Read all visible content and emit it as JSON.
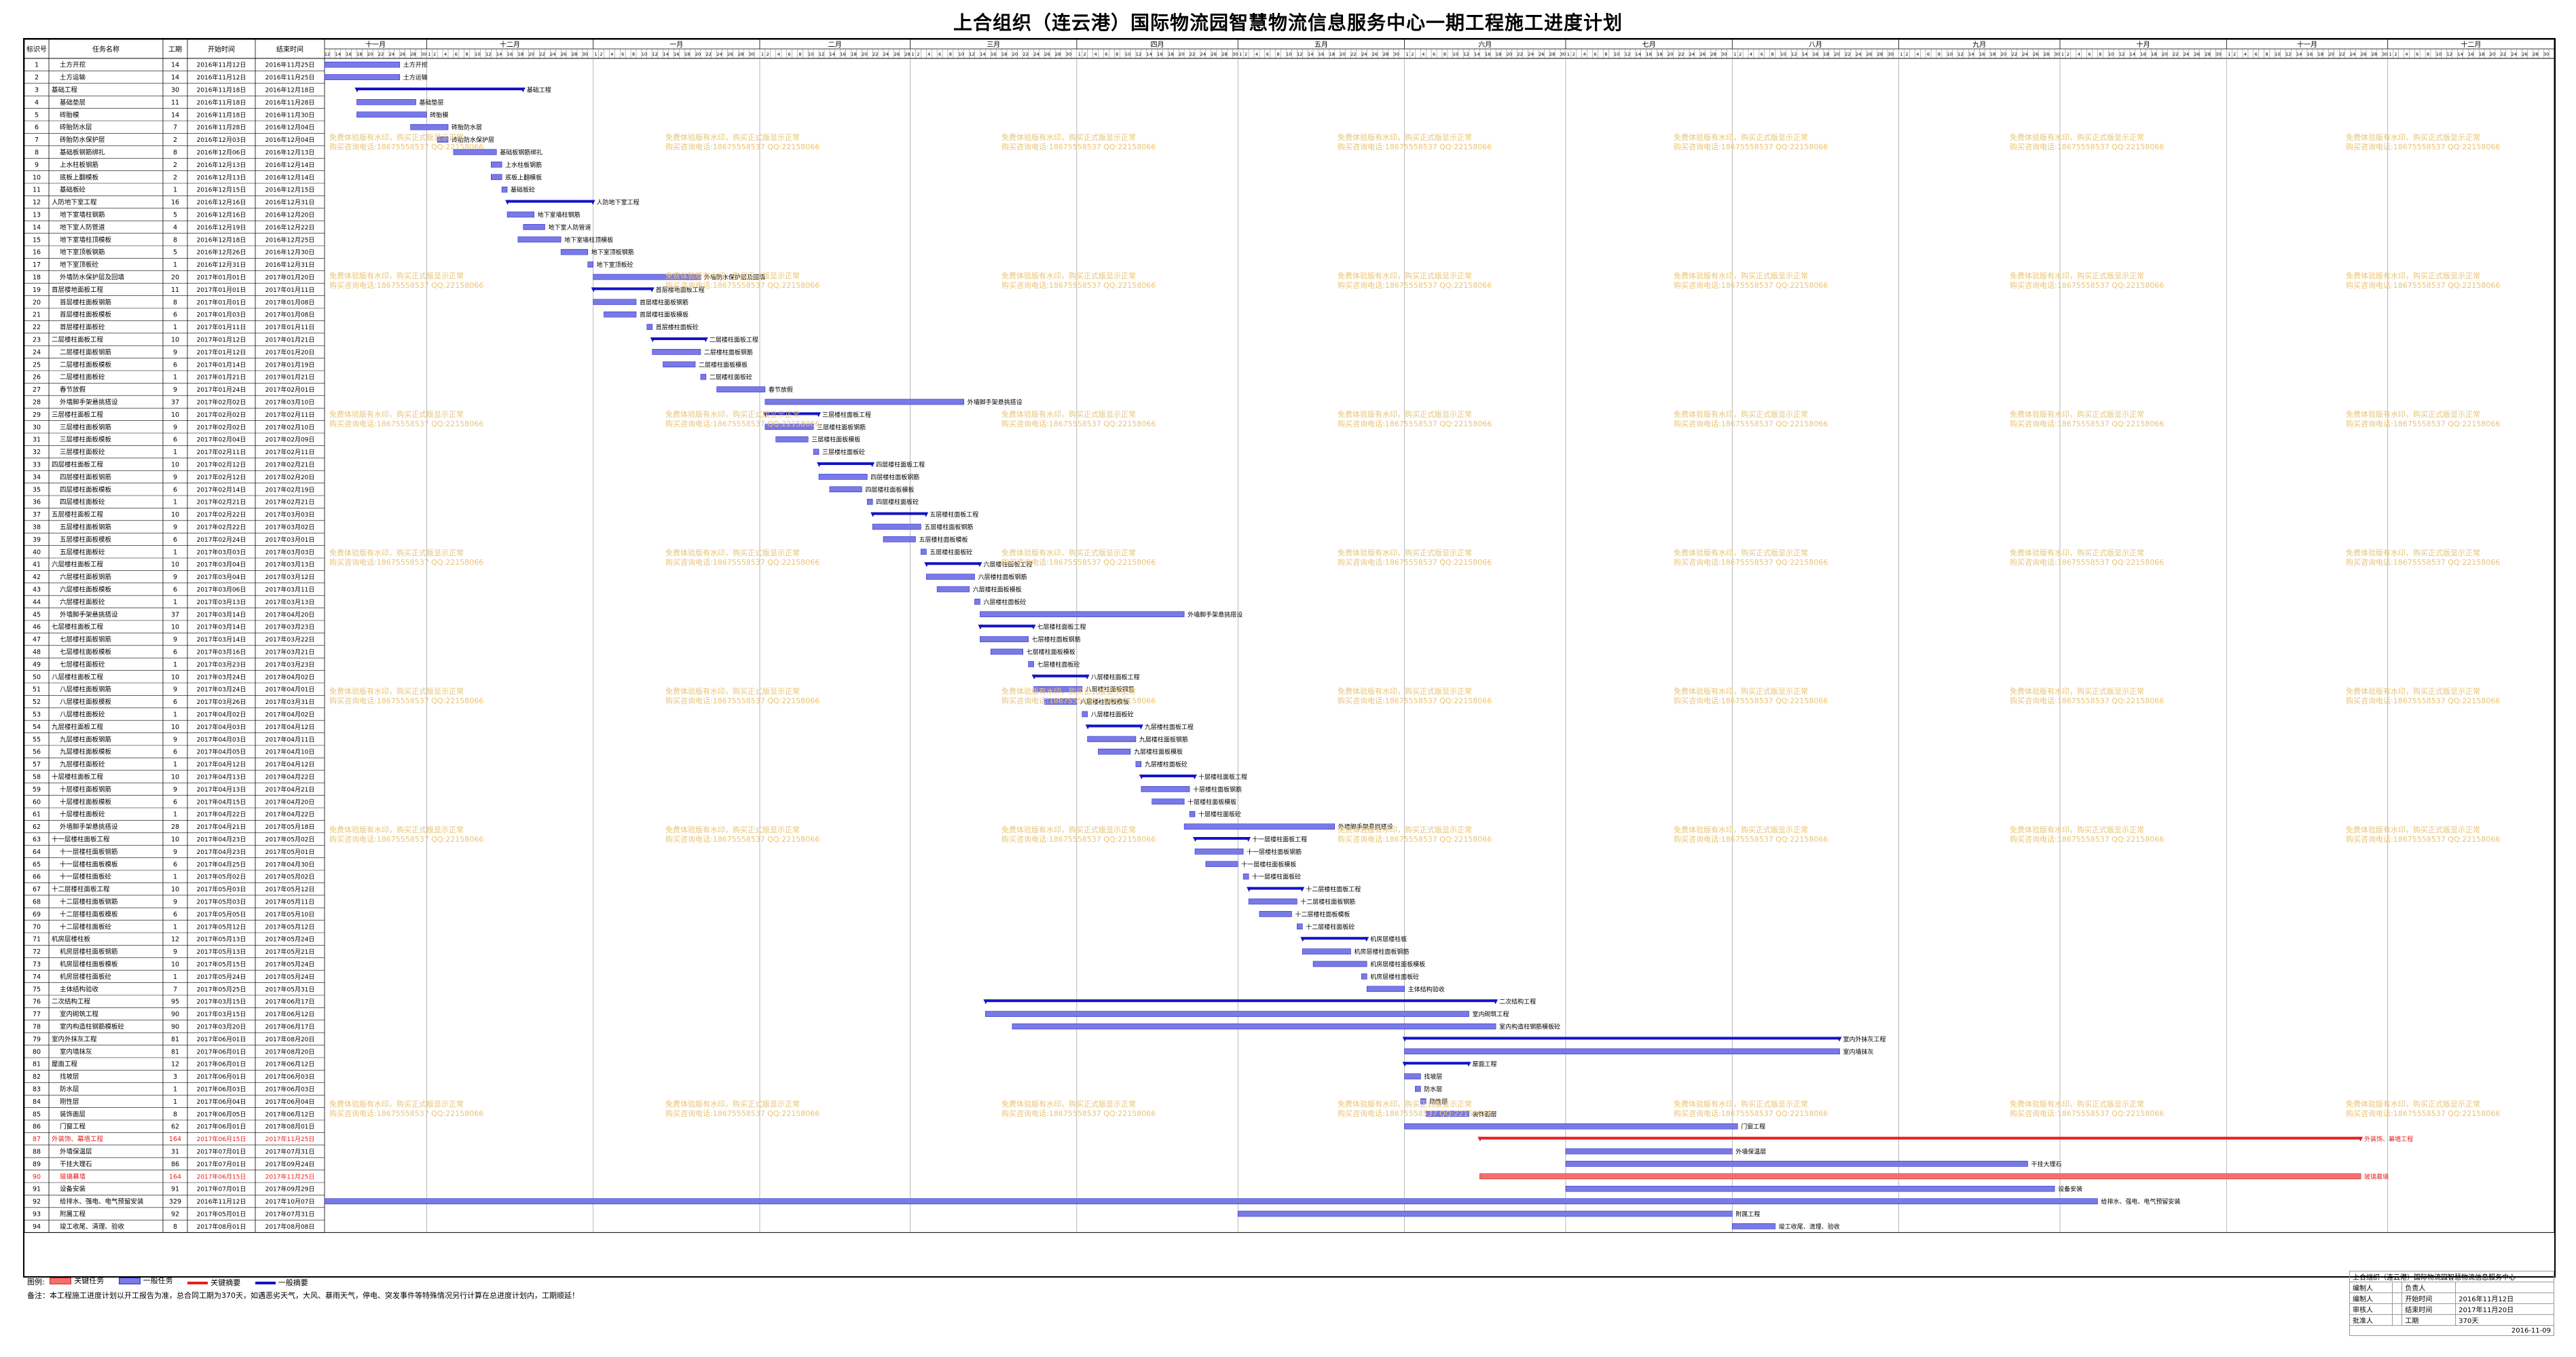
{
  "title": "上合组织（连云港）国际物流园智慧物流信息服务中心一期工程施工进度计划",
  "colors": {
    "bar_blue": "#7a7ae6",
    "bar_blue_stroke": "#2a2acc",
    "summary_blue": "#1414c8",
    "critical_red": "#e62020",
    "critical_fill": "#f07070",
    "grid": "#9a9a9a",
    "watermark": "#e8c477"
  },
  "table_headers": {
    "no": "标识号",
    "name": "任务名称",
    "dur": "工期",
    "start": "开始时间",
    "end": "结束时间"
  },
  "month_labels": [
    "十一月",
    "十二月",
    "一月",
    "二月",
    "三月",
    "四月",
    "五月",
    "六月",
    "七月",
    "八月",
    "九月",
    "十月",
    "十一月",
    "十二月"
  ],
  "legend": {
    "label": "图例:",
    "items": [
      "关键任务",
      "一般任务",
      "关键摘要",
      "一般摘要"
    ]
  },
  "remark": "备注：本工程施工进度计划以开工报告为准，总合同工期为370天，如遇恶劣天气，大风、暴雨天气，停电、突发事件等特殊情况另行计算在总进度计划内，工期顺延！",
  "info_block": {
    "title": "上合组织（连云港）国际物流园智慧物流信息服务中心",
    "rows": [
      [
        "编制人",
        "",
        "负责人",
        ""
      ],
      [
        "编制人",
        "",
        "开始时间",
        "2016年11月12日"
      ],
      [
        "审核人",
        "",
        "结束时间",
        "2017年11月20日"
      ],
      [
        "批准人",
        "",
        "工期",
        "370天"
      ]
    ],
    "date": "2016-11-09"
  },
  "watermark_lines": [
    "免费体验版有水印，购买正式版显示正常",
    "购买咨询电话:18675558537 QQ:22158066"
  ],
  "chart_data": {
    "type": "gantt",
    "title": "上合组织（连云港）国际物流园智慧物流信息服务中心一期工程施工进度计划",
    "timeline_start": "2016-11-12",
    "timeline_end": "2017-12-31",
    "tasks": [
      {
        "no": "1",
        "name": "土方开挖",
        "dur": 14,
        "start": "2016年11月12日",
        "end": "2016年11月25日",
        "type": "normal"
      },
      {
        "no": "2",
        "name": "土方运输",
        "dur": 14,
        "start": "2016年11月12日",
        "end": "2016年11月25日",
        "type": "normal"
      },
      {
        "no": "3",
        "name": "基础工程",
        "dur": 30,
        "start": "2016年11月18日",
        "end": "2016年12月18日",
        "type": "summary"
      },
      {
        "no": "4",
        "name": "基础垫层",
        "dur": 11,
        "start": "2016年11月18日",
        "end": "2016年11月28日",
        "type": "normal"
      },
      {
        "no": "5",
        "name": "砖胎模",
        "dur": 14,
        "start": "2016年11月18日",
        "end": "2016年11月30日",
        "type": "normal"
      },
      {
        "no": "6",
        "name": "砖胎防水层",
        "dur": 7,
        "start": "2016年11月28日",
        "end": "2016年12月04日",
        "type": "normal"
      },
      {
        "no": "7",
        "name": "砖胎防水保护层",
        "dur": 2,
        "start": "2016年12月03日",
        "end": "2016年12月04日",
        "type": "normal"
      },
      {
        "no": "8",
        "name": "基础板钢筋绑扎",
        "dur": 8,
        "start": "2016年12月06日",
        "end": "2016年12月13日",
        "type": "normal"
      },
      {
        "no": "9",
        "name": "上水柱板钢筋",
        "dur": 2,
        "start": "2016年12月13日",
        "end": "2016年12月14日",
        "type": "normal"
      },
      {
        "no": "10",
        "name": "底板上翻模板",
        "dur": 2,
        "start": "2016年12月13日",
        "end": "2016年12月14日",
        "type": "normal"
      },
      {
        "no": "11",
        "name": "基础板砼",
        "dur": 1,
        "start": "2016年12月15日",
        "end": "2016年12月15日",
        "type": "normal"
      },
      {
        "no": "12",
        "name": "人防地下室工程",
        "dur": 16,
        "start": "2016年12月16日",
        "end": "2016年12月31日",
        "type": "summary"
      },
      {
        "no": "13",
        "name": "地下室墙柱钢筋",
        "dur": 5,
        "start": "2016年12月16日",
        "end": "2016年12月20日",
        "type": "normal"
      },
      {
        "no": "14",
        "name": "地下室人防管道",
        "dur": 4,
        "start": "2016年12月19日",
        "end": "2016年12月22日",
        "type": "normal"
      },
      {
        "no": "15",
        "name": "地下室墙柱顶模板",
        "dur": 8,
        "start": "2016年12月18日",
        "end": "2016年12月25日",
        "type": "normal"
      },
      {
        "no": "16",
        "name": "地下室顶板钢筋",
        "dur": 5,
        "start": "2016年12月26日",
        "end": "2016年12月30日",
        "type": "normal"
      },
      {
        "no": "17",
        "name": "地下室顶板砼",
        "dur": 1,
        "start": "2016年12月31日",
        "end": "2016年12月31日",
        "type": "normal"
      },
      {
        "no": "18",
        "name": "外墙防水保护层及回填",
        "dur": 20,
        "start": "2017年01月01日",
        "end": "2017年01月20日",
        "type": "normal"
      },
      {
        "no": "19",
        "name": "首层楼地面板工程",
        "dur": 11,
        "start": "2017年01月01日",
        "end": "2017年01月11日",
        "type": "summary"
      },
      {
        "no": "20",
        "name": "首层楼柱面板钢筋",
        "dur": 8,
        "start": "2017年01月01日",
        "end": "2017年01月08日",
        "type": "normal"
      },
      {
        "no": "21",
        "name": "首层楼柱面板模板",
        "dur": 6,
        "start": "2017年01月03日",
        "end": "2017年01月08日",
        "type": "normal"
      },
      {
        "no": "22",
        "name": "首层楼柱面板砼",
        "dur": 1,
        "start": "2017年01月11日",
        "end": "2017年01月11日",
        "type": "normal"
      },
      {
        "no": "23",
        "name": "二层楼柱面板工程",
        "dur": 10,
        "start": "2017年01月12日",
        "end": "2017年01月21日",
        "type": "summary"
      },
      {
        "no": "24",
        "name": "二层楼柱面板钢筋",
        "dur": 9,
        "start": "2017年01月12日",
        "end": "2017年01月20日",
        "type": "normal"
      },
      {
        "no": "25",
        "name": "二层楼柱面板模板",
        "dur": 6,
        "start": "2017年01月14日",
        "end": "2017年01月19日",
        "type": "normal"
      },
      {
        "no": "26",
        "name": "二层楼柱面板砼",
        "dur": 1,
        "start": "2017年01月21日",
        "end": "2017年01月21日",
        "type": "normal"
      },
      {
        "no": "27",
        "name": "春节放假",
        "dur": 9,
        "start": "2017年01月24日",
        "end": "2017年02月01日",
        "type": "normal"
      },
      {
        "no": "28",
        "name": "外墙脚手架悬挑搭设",
        "dur": 37,
        "start": "2017年02月02日",
        "end": "2017年03月10日",
        "type": "normal"
      },
      {
        "no": "29",
        "name": "三层楼柱面板工程",
        "dur": 10,
        "start": "2017年02月02日",
        "end": "2017年02月11日",
        "type": "summary"
      },
      {
        "no": "30",
        "name": "三层楼柱面板钢筋",
        "dur": 9,
        "start": "2017年02月02日",
        "end": "2017年02月10日",
        "type": "normal"
      },
      {
        "no": "31",
        "name": "三层楼柱面板模板",
        "dur": 6,
        "start": "2017年02月04日",
        "end": "2017年02月09日",
        "type": "normal"
      },
      {
        "no": "32",
        "name": "三层楼柱面板砼",
        "dur": 1,
        "start": "2017年02月11日",
        "end": "2017年02月11日",
        "type": "normal"
      },
      {
        "no": "33",
        "name": "四层楼柱面板工程",
        "dur": 10,
        "start": "2017年02月12日",
        "end": "2017年02月21日",
        "type": "summary"
      },
      {
        "no": "34",
        "name": "四层楼柱面板钢筋",
        "dur": 9,
        "start": "2017年02月12日",
        "end": "2017年02月20日",
        "type": "normal"
      },
      {
        "no": "35",
        "name": "四层楼柱面板模板",
        "dur": 6,
        "start": "2017年02月14日",
        "end": "2017年02月19日",
        "type": "normal"
      },
      {
        "no": "36",
        "name": "四层楼柱面板砼",
        "dur": 1,
        "start": "2017年02月21日",
        "end": "2017年02月21日",
        "type": "normal"
      },
      {
        "no": "37",
        "name": "五层楼柱面板工程",
        "dur": 10,
        "start": "2017年02月22日",
        "end": "2017年03月03日",
        "type": "summary"
      },
      {
        "no": "38",
        "name": "五层楼柱面板钢筋",
        "dur": 9,
        "start": "2017年02月22日",
        "end": "2017年03月02日",
        "type": "normal"
      },
      {
        "no": "39",
        "name": "五层楼柱面板模板",
        "dur": 6,
        "start": "2017年02月24日",
        "end": "2017年03月01日",
        "type": "normal"
      },
      {
        "no": "40",
        "name": "五层楼柱面板砼",
        "dur": 1,
        "start": "2017年03月03日",
        "end": "2017年03月03日",
        "type": "normal"
      },
      {
        "no": "41",
        "name": "六层楼柱面板工程",
        "dur": 10,
        "start": "2017年03月04日",
        "end": "2017年03月13日",
        "type": "summary"
      },
      {
        "no": "42",
        "name": "六层楼柱面板钢筋",
        "dur": 9,
        "start": "2017年03月04日",
        "end": "2017年03月12日",
        "type": "normal"
      },
      {
        "no": "43",
        "name": "六层楼柱面板模板",
        "dur": 6,
        "start": "2017年03月06日",
        "end": "2017年03月11日",
        "type": "normal"
      },
      {
        "no": "44",
        "name": "六层楼柱面板砼",
        "dur": 1,
        "start": "2017年03月13日",
        "end": "2017年03月13日",
        "type": "normal"
      },
      {
        "no": "45",
        "name": "外墙脚手架悬挑搭设",
        "dur": 37,
        "start": "2017年03月14日",
        "end": "2017年04月20日",
        "type": "normal"
      },
      {
        "no": "46",
        "name": "七层楼柱面板工程",
        "dur": 10,
        "start": "2017年03月14日",
        "end": "2017年03月23日",
        "type": "summary"
      },
      {
        "no": "47",
        "name": "七层楼柱面板钢筋",
        "dur": 9,
        "start": "2017年03月14日",
        "end": "2017年03月22日",
        "type": "normal"
      },
      {
        "no": "48",
        "name": "七层楼柱面板模板",
        "dur": 6,
        "start": "2017年03月16日",
        "end": "2017年03月21日",
        "type": "normal"
      },
      {
        "no": "49",
        "name": "七层楼柱面板砼",
        "dur": 1,
        "start": "2017年03月23日",
        "end": "2017年03月23日",
        "type": "normal"
      },
      {
        "no": "50",
        "name": "八层楼柱面板工程",
        "dur": 10,
        "start": "2017年03月24日",
        "end": "2017年04月02日",
        "type": "summary"
      },
      {
        "no": "51",
        "name": "八层楼柱面板钢筋",
        "dur": 9,
        "start": "2017年03月24日",
        "end": "2017年04月01日",
        "type": "normal"
      },
      {
        "no": "52",
        "name": "八层楼柱面板模板",
        "dur": 6,
        "start": "2017年03月26日",
        "end": "2017年03月31日",
        "type": "normal"
      },
      {
        "no": "53",
        "name": "八层楼柱面板砼",
        "dur": 1,
        "start": "2017年04月02日",
        "end": "2017年04月02日",
        "type": "normal"
      },
      {
        "no": "54",
        "name": "九层楼柱面板工程",
        "dur": 10,
        "start": "2017年04月03日",
        "end": "2017年04月12日",
        "type": "summary"
      },
      {
        "no": "55",
        "name": "九层楼柱面板钢筋",
        "dur": 9,
        "start": "2017年04月03日",
        "end": "2017年04月11日",
        "type": "normal"
      },
      {
        "no": "56",
        "name": "九层楼柱面板模板",
        "dur": 6,
        "start": "2017年04月05日",
        "end": "2017年04月10日",
        "type": "normal"
      },
      {
        "no": "57",
        "name": "九层楼柱面板砼",
        "dur": 1,
        "start": "2017年04月12日",
        "end": "2017年04月12日",
        "type": "normal"
      },
      {
        "no": "58",
        "name": "十层楼柱面板工程",
        "dur": 10,
        "start": "2017年04月13日",
        "end": "2017年04月22日",
        "type": "summary"
      },
      {
        "no": "59",
        "name": "十层楼柱面板钢筋",
        "dur": 9,
        "start": "2017年04月13日",
        "end": "2017年04月21日",
        "type": "normal"
      },
      {
        "no": "60",
        "name": "十层楼柱面板模板",
        "dur": 6,
        "start": "2017年04月15日",
        "end": "2017年04月20日",
        "type": "normal"
      },
      {
        "no": "61",
        "name": "十层楼柱面板砼",
        "dur": 1,
        "start": "2017年04月22日",
        "end": "2017年04月22日",
        "type": "normal"
      },
      {
        "no": "62",
        "name": "外墙脚手架悬挑搭设",
        "dur": 28,
        "start": "2017年04月21日",
        "end": "2017年05月18日",
        "type": "normal"
      },
      {
        "no": "63",
        "name": "十一层楼柱面板工程",
        "dur": 10,
        "start": "2017年04月23日",
        "end": "2017年05月02日",
        "type": "summary"
      },
      {
        "no": "64",
        "name": "十一层楼柱面板钢筋",
        "dur": 9,
        "start": "2017年04月23日",
        "end": "2017年05月01日",
        "type": "normal"
      },
      {
        "no": "65",
        "name": "十一层楼柱面板模板",
        "dur": 6,
        "start": "2017年04月25日",
        "end": "2017年04月30日",
        "type": "normal"
      },
      {
        "no": "66",
        "name": "十一层楼柱面板砼",
        "dur": 1,
        "start": "2017年05月02日",
        "end": "2017年05月02日",
        "type": "normal"
      },
      {
        "no": "67",
        "name": "十二层楼柱面板工程",
        "dur": 10,
        "start": "2017年05月03日",
        "end": "2017年05月12日",
        "type": "summary"
      },
      {
        "no": "68",
        "name": "十二层楼柱面板钢筋",
        "dur": 9,
        "start": "2017年05月03日",
        "end": "2017年05月11日",
        "type": "normal"
      },
      {
        "no": "69",
        "name": "十二层楼柱面板模板",
        "dur": 6,
        "start": "2017年05月05日",
        "end": "2017年05月10日",
        "type": "normal"
      },
      {
        "no": "70",
        "name": "十二层楼柱面板砼",
        "dur": 1,
        "start": "2017年05月12日",
        "end": "2017年05月12日",
        "type": "normal"
      },
      {
        "no": "71",
        "name": "机房层楼柱板",
        "dur": 12,
        "start": "2017年05月13日",
        "end": "2017年05月24日",
        "type": "summary"
      },
      {
        "no": "72",
        "name": "机房层楼柱面板钢筋",
        "dur": 9,
        "start": "2017年05月13日",
        "end": "2017年05月21日",
        "type": "normal"
      },
      {
        "no": "73",
        "name": "机房层楼柱面板模板",
        "dur": 10,
        "start": "2017年05月15日",
        "end": "2017年05月24日",
        "type": "normal"
      },
      {
        "no": "74",
        "name": "机房层楼柱面板砼",
        "dur": 1,
        "start": "2017年05月24日",
        "end": "2017年05月24日",
        "type": "normal"
      },
      {
        "no": "75",
        "name": "主体结构验收",
        "dur": 7,
        "start": "2017年05月25日",
        "end": "2017年05月31日",
        "type": "normal"
      },
      {
        "no": "76",
        "name": "二次结构工程",
        "dur": 95,
        "start": "2017年03月15日",
        "end": "2017年06月17日",
        "type": "summary"
      },
      {
        "no": "77",
        "name": "室内砌筑工程",
        "dur": 90,
        "start": "2017年03月15日",
        "end": "2017年06月12日",
        "type": "normal"
      },
      {
        "no": "78",
        "name": "室内构造柱钢筋模板砼",
        "dur": 90,
        "start": "2017年03月20日",
        "end": "2017年06月17日",
        "type": "normal"
      },
      {
        "no": "79",
        "name": "室内外抹灰工程",
        "dur": 81,
        "start": "2017年06月01日",
        "end": "2017年08月20日",
        "type": "summary"
      },
      {
        "no": "80",
        "name": "室内墙抹灰",
        "dur": 81,
        "start": "2017年06月01日",
        "end": "2017年08月20日",
        "type": "normal"
      },
      {
        "no": "81",
        "name": "屋面工程",
        "dur": 12,
        "start": "2017年06月01日",
        "end": "2017年06月12日",
        "type": "summary"
      },
      {
        "no": "82",
        "name": "找坡层",
        "dur": 3,
        "start": "2017年06月01日",
        "end": "2017年06月03日",
        "type": "normal"
      },
      {
        "no": "83",
        "name": "防水层",
        "dur": 1,
        "start": "2017年06月03日",
        "end": "2017年06月03日",
        "type": "normal"
      },
      {
        "no": "84",
        "name": "刚性层",
        "dur": 1,
        "start": "2017年06月04日",
        "end": "2017年06月04日",
        "type": "normal"
      },
      {
        "no": "85",
        "name": "装饰面层",
        "dur": 8,
        "start": "2017年06月05日",
        "end": "2017年06月12日",
        "type": "normal"
      },
      {
        "no": "86",
        "name": "门窗工程",
        "dur": 62,
        "start": "2017年06月01日",
        "end": "2017年08月01日",
        "type": "normal"
      },
      {
        "no": "87",
        "name": "外装饰、幕墙工程",
        "dur": 164,
        "start": "2017年06月15日",
        "end": "2017年11月25日",
        "type": "critical_summary"
      },
      {
        "no": "88",
        "name": "外墙保温层",
        "dur": 31,
        "start": "2017年07月01日",
        "end": "2017年07月31日",
        "type": "normal"
      },
      {
        "no": "89",
        "name": "干挂大理石",
        "dur": 86,
        "start": "2017年07月01日",
        "end": "2017年09月24日",
        "type": "normal"
      },
      {
        "no": "90",
        "name": "玻璃幕墙",
        "dur": 164,
        "start": "2017年06月15日",
        "end": "2017年11月25日",
        "type": "critical"
      },
      {
        "no": "91",
        "name": "设备安装",
        "dur": 91,
        "start": "2017年07月01日",
        "end": "2017年09月29日",
        "type": "normal"
      },
      {
        "no": "92",
        "name": "给排水、强电、电气预留安装",
        "dur": 329,
        "start": "2016年11月12日",
        "end": "2017年10月07日",
        "type": "normal"
      },
      {
        "no": "93",
        "name": "附属工程",
        "dur": 92,
        "start": "2017年05月01日",
        "end": "2017年07月31日",
        "type": "normal"
      },
      {
        "no": "94",
        "name": "竣工收尾、清理、验收",
        "dur": 8,
        "start": "2017年08月01日",
        "end": "2017年08月08日",
        "type": "normal"
      }
    ]
  }
}
